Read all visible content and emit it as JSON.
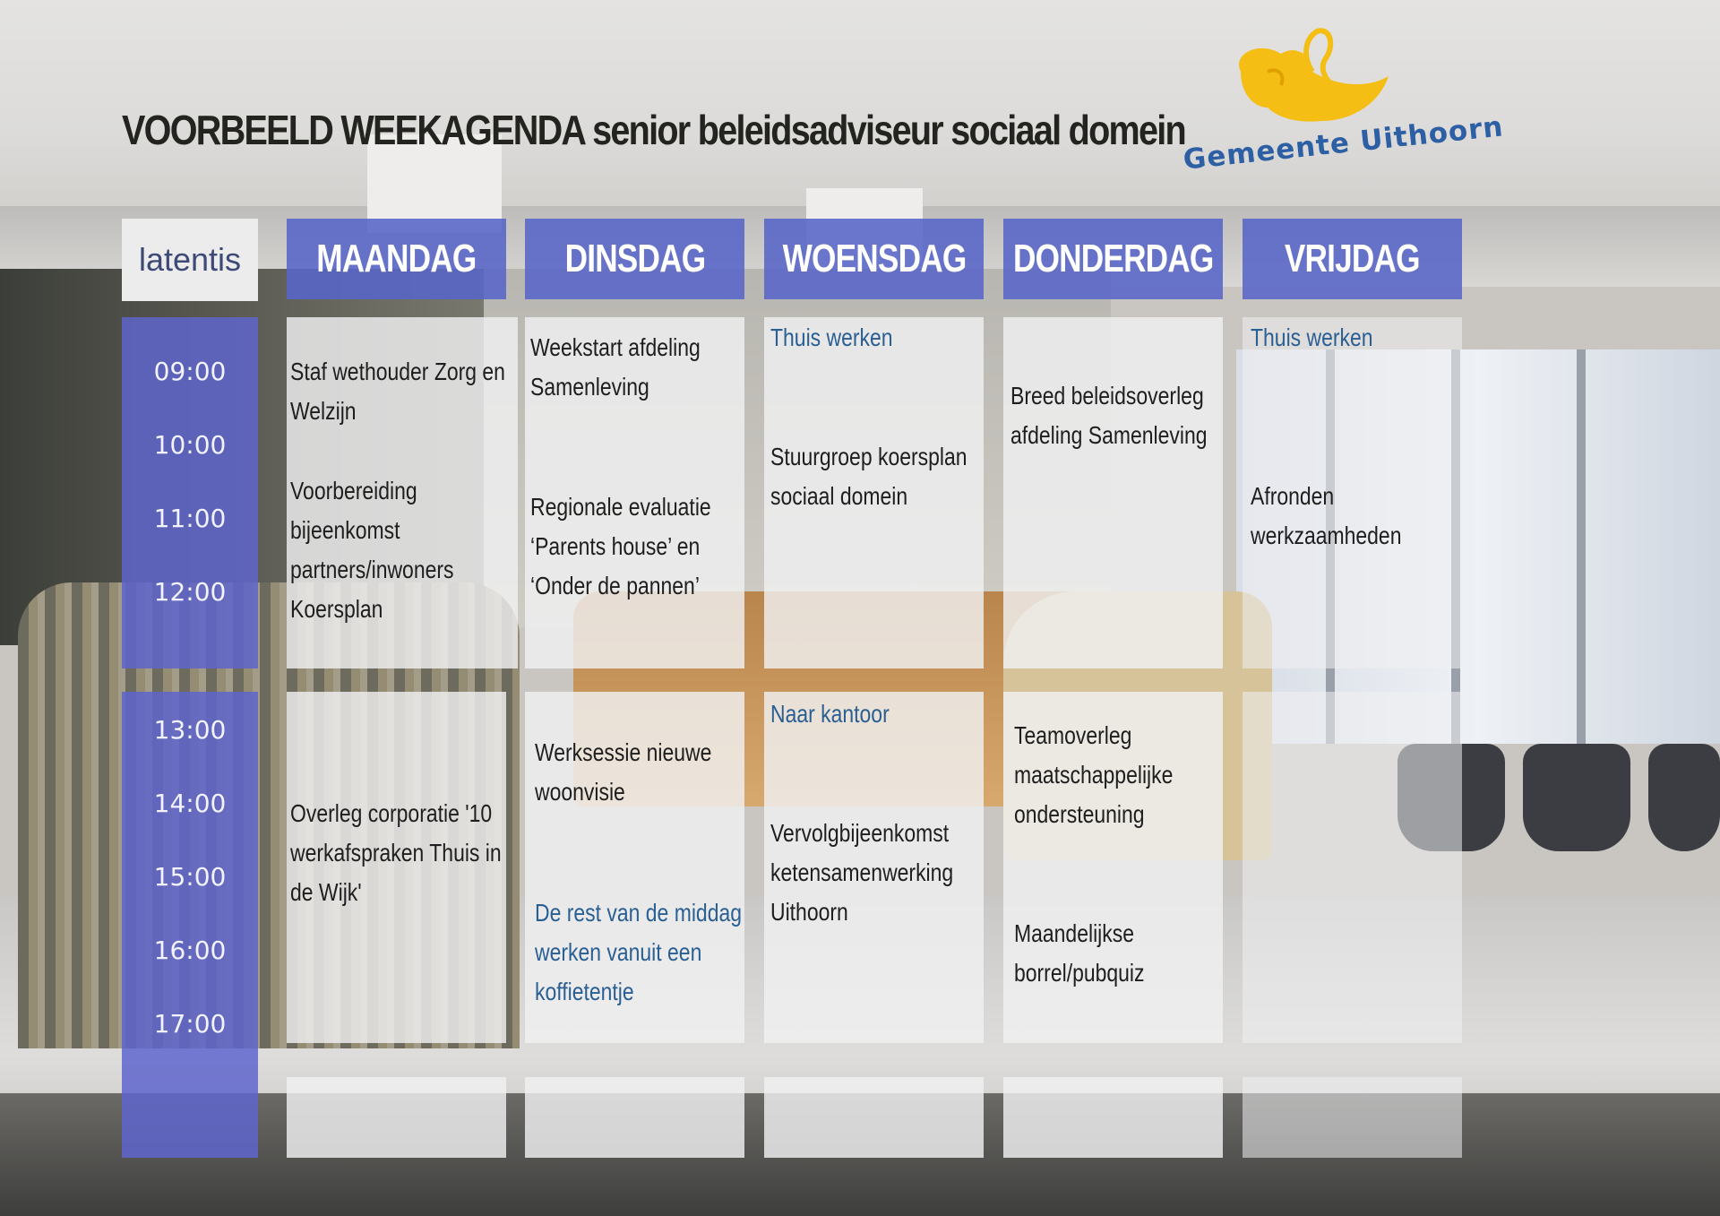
{
  "title": "VOORBEELD WEEKAGENDA senior beleidsadviseur sociaal domein",
  "logo": {
    "org_name": "Gemeente Uithoorn",
    "brand_label": "latentis",
    "logo_color": "#f5be14",
    "text_color": "#2d5fa5"
  },
  "colors": {
    "header_blue": "#5865c7",
    "time_column_blue": "#5f65cd",
    "cell_background": "#f0f0f2",
    "remote_text_blue": "#2a5f93"
  },
  "days": [
    "MAANDAG",
    "DINSDAG",
    "WOENSDAG",
    "DONDERDAG",
    "VRIJDAG"
  ],
  "times_morning": [
    "09:00",
    "10:00",
    "11:00",
    "12:00"
  ],
  "times_afternoon": [
    "13:00",
    "14:00",
    "15:00",
    "16:00",
    "17:00"
  ],
  "schedule": {
    "monday": {
      "morning_1": "Staf wethouder Zorg en Welzijn",
      "morning_2": "Voorbereiding bijeenkomst partners/inwoners Koersplan",
      "afternoon_1": "Overleg corporatie '10 werkafspraken Thuis in de Wijk'"
    },
    "tuesday": {
      "morning_1": "Weekstart afdeling Samenleving",
      "morning_2": "Regionale evaluatie ‘Parents house’ en ‘Onder de pannen’",
      "afternoon_1": "Werksessie nieuwe woonvisie",
      "afternoon_note": "De rest van de middag werken vanuit een koffietentje"
    },
    "wednesday": {
      "morning_note": "Thuis werken",
      "morning_1": "Stuurgroep koersplan sociaal domein",
      "afternoon_note": "Naar kantoor",
      "afternoon_1": "Vervolgbijeenkomst ketensamenwerking Uithoorn"
    },
    "thursday": {
      "morning_1": "Breed beleidsoverleg afdeling Samenleving",
      "afternoon_1": "Teamoverleg maatschappelijke ondersteuning",
      "afternoon_2": "Maandelijkse borrel/pubquiz"
    },
    "friday": {
      "morning_note": "Thuis werken",
      "morning_1": "Afronden werkzaamheden"
    }
  }
}
